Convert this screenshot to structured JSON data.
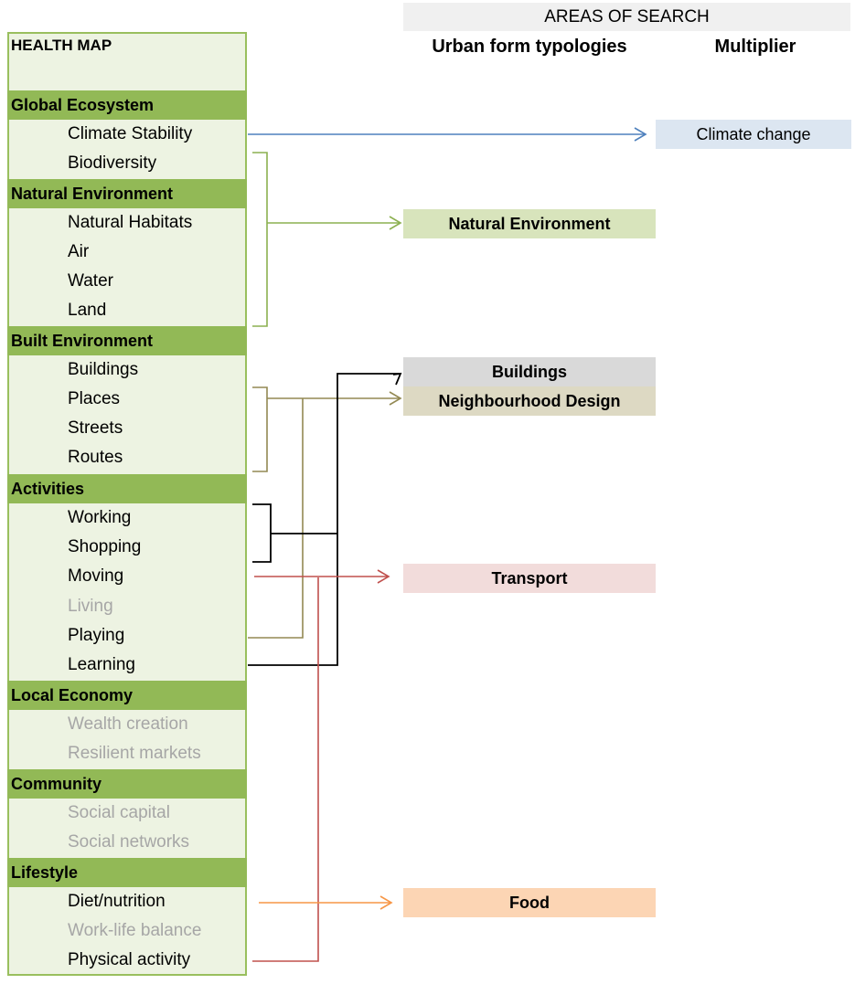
{
  "header": {
    "areas_label": "AREAS OF SEARCH",
    "col_urban": "Urban form typologies",
    "col_multiplier": "Multiplier"
  },
  "health_map": {
    "title": "HEALTH MAP",
    "categories": [
      {
        "label": "Global Ecosystem",
        "items": [
          {
            "label": "Climate Stability",
            "active": true
          },
          {
            "label": "Biodiversity",
            "active": true
          }
        ]
      },
      {
        "label": "Natural Environment",
        "items": [
          {
            "label": "Natural Habitats",
            "active": true
          },
          {
            "label": "Air",
            "active": true
          },
          {
            "label": "Water",
            "active": true
          },
          {
            "label": "Land",
            "active": true
          }
        ]
      },
      {
        "label": "Built Environment",
        "items": [
          {
            "label": "Buildings",
            "active": true
          },
          {
            "label": "Places",
            "active": true
          },
          {
            "label": "Streets",
            "active": true
          },
          {
            "label": "Routes",
            "active": true
          }
        ]
      },
      {
        "label": "Activities",
        "items": [
          {
            "label": "Working",
            "active": true
          },
          {
            "label": "Shopping",
            "active": true
          },
          {
            "label": "Moving",
            "active": true
          },
          {
            "label": "Living",
            "active": false
          },
          {
            "label": "Playing",
            "active": true
          },
          {
            "label": "Learning",
            "active": true
          }
        ]
      },
      {
        "label": "Local Economy",
        "items": [
          {
            "label": "Wealth creation",
            "active": false
          },
          {
            "label": "Resilient markets",
            "active": false
          }
        ]
      },
      {
        "label": "Community",
        "items": [
          {
            "label": "Social capital",
            "active": false
          },
          {
            "label": "Social networks",
            "active": false
          }
        ]
      },
      {
        "label": "Lifestyle",
        "items": [
          {
            "label": "Diet/nutrition",
            "active": true
          },
          {
            "label": "Work-life balance",
            "active": false
          },
          {
            "label": "Physical activity",
            "active": true
          }
        ]
      }
    ]
  },
  "targets": {
    "climate": {
      "label": "Climate change",
      "bg": "#dce6f1"
    },
    "natural": {
      "label": "Natural Environment",
      "bg": "#d8e4bc"
    },
    "buildings": {
      "label": "Buildings",
      "bg": "#d9d9d9"
    },
    "neighbourhood": {
      "label": "Neighbourhood Design",
      "bg": "#ddd9c3"
    },
    "transport": {
      "label": "Transport",
      "bg": "#f2dcdb"
    },
    "food": {
      "label": "Food",
      "bg": "#fcd5b4"
    }
  },
  "colors": {
    "climate_arrow": "#4f81bd",
    "natural_arrow": "#8cb050",
    "neighbourhood_arrow": "#938953",
    "buildings_arrow": "#000000",
    "transport_arrow": "#c0504d",
    "food_arrow": "#f79646"
  }
}
